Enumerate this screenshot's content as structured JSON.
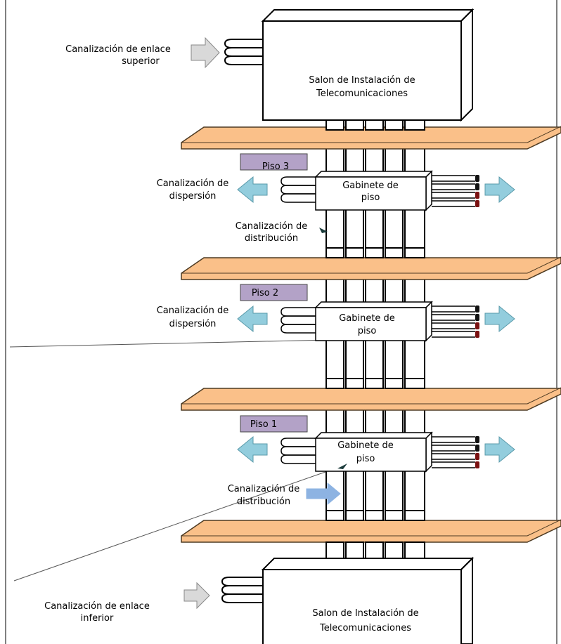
{
  "top_room": {
    "label_line1": "Salon de Instalación de",
    "label_line2": "Telecomunicaciones"
  },
  "bottom_room": {
    "label_line1": "Salon de Instalación de",
    "label_line2": "Telecomunicaciones"
  },
  "backbone_upper": {
    "label_line1": "Canalización de enlace",
    "label_line2": "superior"
  },
  "backbone_lower": {
    "label_line1": "Canalización de enlace",
    "label_line2": "inferior"
  },
  "floors": [
    {
      "tag": "Piso 3",
      "cabinet_line1": "Gabinete de",
      "cabinet_line2": "piso",
      "dispersion_line1": "Canalización de",
      "dispersion_line2": "dispersión",
      "distribution_line1": "Canalización de",
      "distribution_line2": "distribución"
    },
    {
      "tag": "Piso  2",
      "cabinet_line1": "Gabinete de",
      "cabinet_line2": "piso",
      "dispersion_line1": "Canalización de",
      "dispersion_line2": "dispersión"
    },
    {
      "tag": "Piso 1",
      "cabinet_line1": "Gabinete de",
      "cabinet_line2": "piso",
      "distribution_line1": "Canalización de",
      "distribution_line2": "distribución"
    }
  ],
  "colors": {
    "slab": "#FAC089",
    "slab_stroke": "#4d3a22",
    "floor_tag": "#B3A2C7",
    "dispersion_arrow": "#93CDDD",
    "backbone_arrow": "#D9D9D9",
    "distribution_arrow": "#8DB3E2"
  }
}
